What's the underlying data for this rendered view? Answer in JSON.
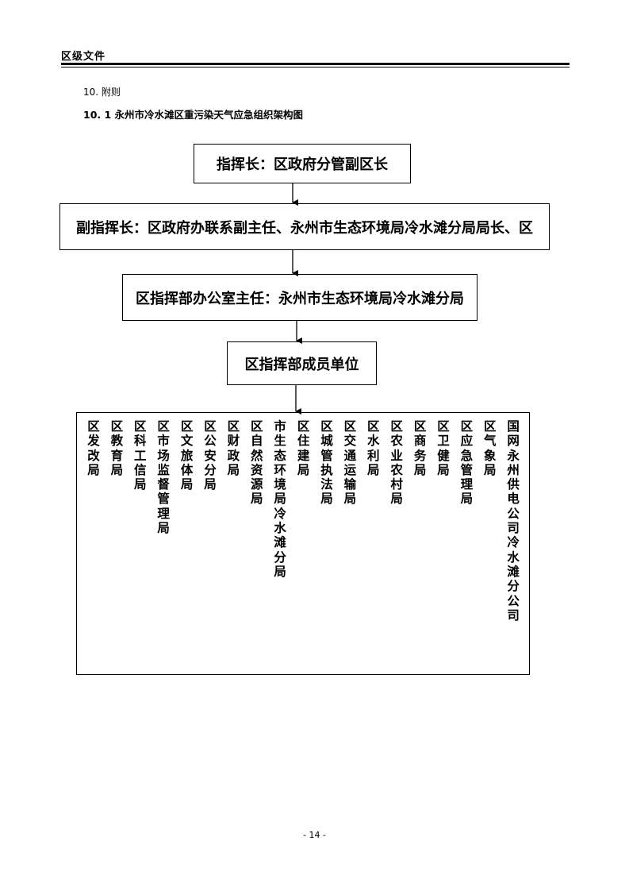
{
  "header": {
    "label": "区级文件"
  },
  "section": {
    "number": "10. 附则",
    "title": "10. 1 永州市冷水滩区重污染天气应急组织架构图"
  },
  "boxes": {
    "commander": "指挥长：区政府分管副区长",
    "deputy": "副指挥长：区政府办联系副主任、永州市生态环境局冷水滩分局局长、区",
    "office": "区指挥部办公室主任：永州市生态环境局冷水滩分局",
    "members_title": "区指挥部成员单位"
  },
  "members": [
    "区发改局",
    "区教育局",
    "区科工信局",
    "区市场监督管理局",
    "区文旅体局",
    "区公安分局",
    "区财政局",
    "区自然资源局",
    "市生态环境局冷水滩分局",
    "区住建局",
    "区城管执法局",
    "区交通运输局",
    "区水利局",
    "区农业农村局",
    "区商务局",
    "区卫健局",
    "区应急管理局",
    "区气象局",
    "国网永州供电公司冷水滩分公司"
  ],
  "footer": {
    "page": "- 14 -"
  }
}
